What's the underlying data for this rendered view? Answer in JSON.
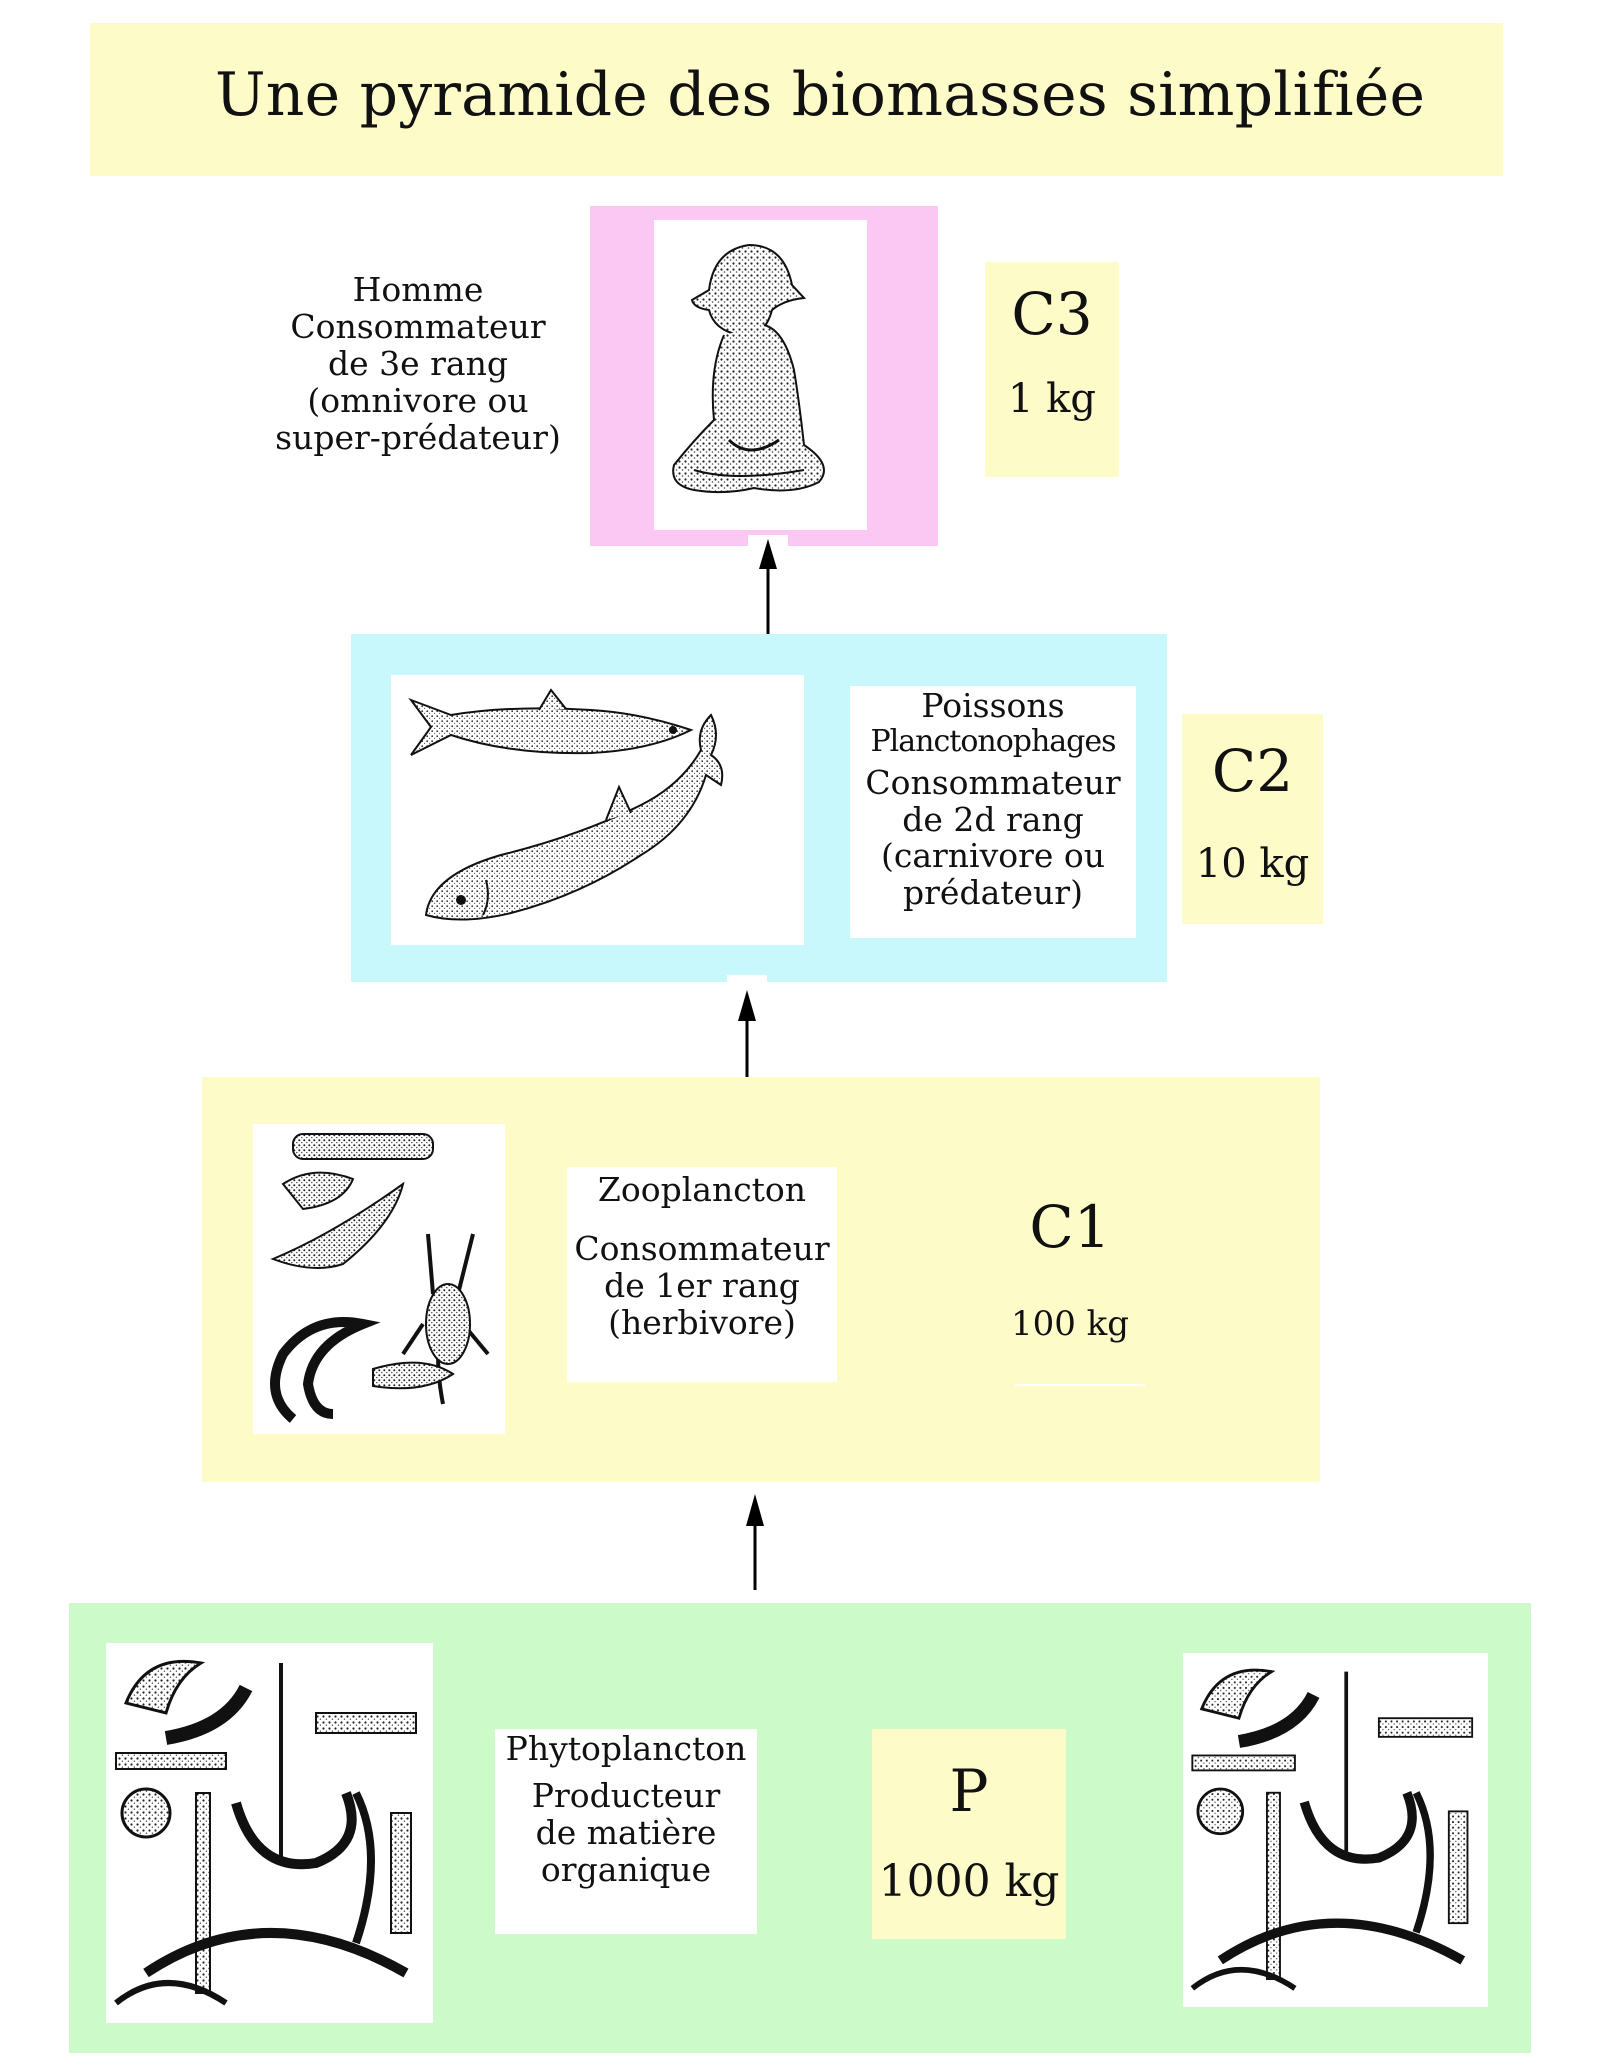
{
  "title": "Une pyramide des biomasses simplifiée",
  "levels": {
    "c3": {
      "code": "C3",
      "mass": "1 kg",
      "lines": [
        "Homme",
        "Consommateur",
        "de 3e rang",
        "(omnivore ou",
        "super-prédateur)"
      ],
      "illustration": "human-figure"
    },
    "c2": {
      "code": "C2",
      "mass": "10 kg",
      "lines": [
        "Poissons",
        "Planctonophages",
        "Consommateur",
        "de 2d rang",
        "(carnivore ou",
        "prédateur)"
      ],
      "illustration": "fish"
    },
    "c1": {
      "code": "C1",
      "mass": "100 kg",
      "lines": [
        "Zooplancton",
        "Consommateur",
        "de 1er rang",
        "(herbivore)"
      ],
      "illustration": "zooplankton"
    },
    "p": {
      "code": "P",
      "mass": "1000 kg",
      "lines": [
        "Phytoplancton",
        "Producteur",
        "de matière",
        "organique"
      ],
      "illustration": "phytoplankton"
    }
  },
  "colors": {
    "title_bg": "#fdfcc9",
    "c3_bg": "#fbc8f4",
    "c2_bg": "#c8f8fb",
    "c1_bg": "#fdfcc9",
    "p_bg": "#ccfbc9",
    "label_bg": "#fdfcc9",
    "arrow": "#000000"
  },
  "arrows": [
    "p-to-c1",
    "c1-to-c2",
    "c2-to-c3"
  ]
}
